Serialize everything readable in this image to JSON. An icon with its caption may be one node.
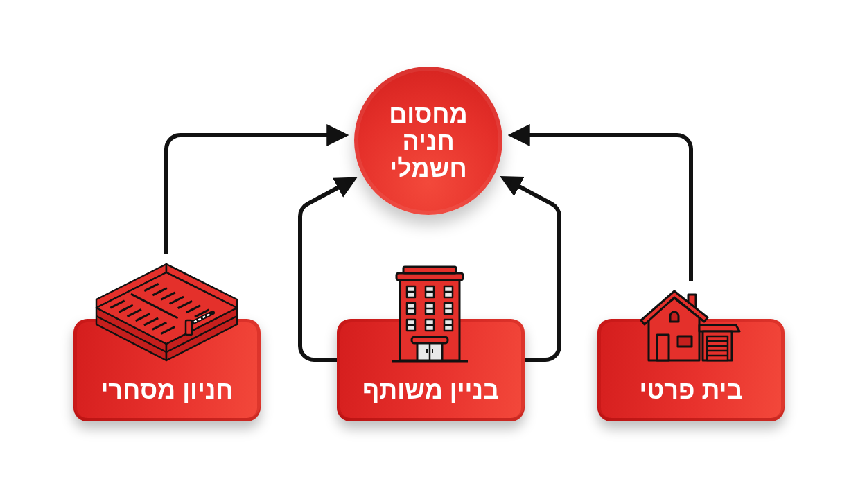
{
  "diagram": {
    "nodes": [
      {
        "text": [
          "מחסום חניה חשמלי"
        ]
      },
      {
        "text": [
          "בית פרטי"
        ]
      },
      {
        "text": [
          "בניין משותף"
        ]
      },
      {
        "text": [
          "חניון מסחרי"
        ]
      }
    ],
    "edges": [
      {
        "from": 1,
        "to": 0,
        "arrow": "to"
      },
      {
        "from": 2,
        "to": 0,
        "arrow": "to"
      },
      {
        "from": 2,
        "to": 0,
        "arrow": "to"
      },
      {
        "from": 3,
        "to": 0,
        "arrow": "to"
      }
    ]
  }
}
